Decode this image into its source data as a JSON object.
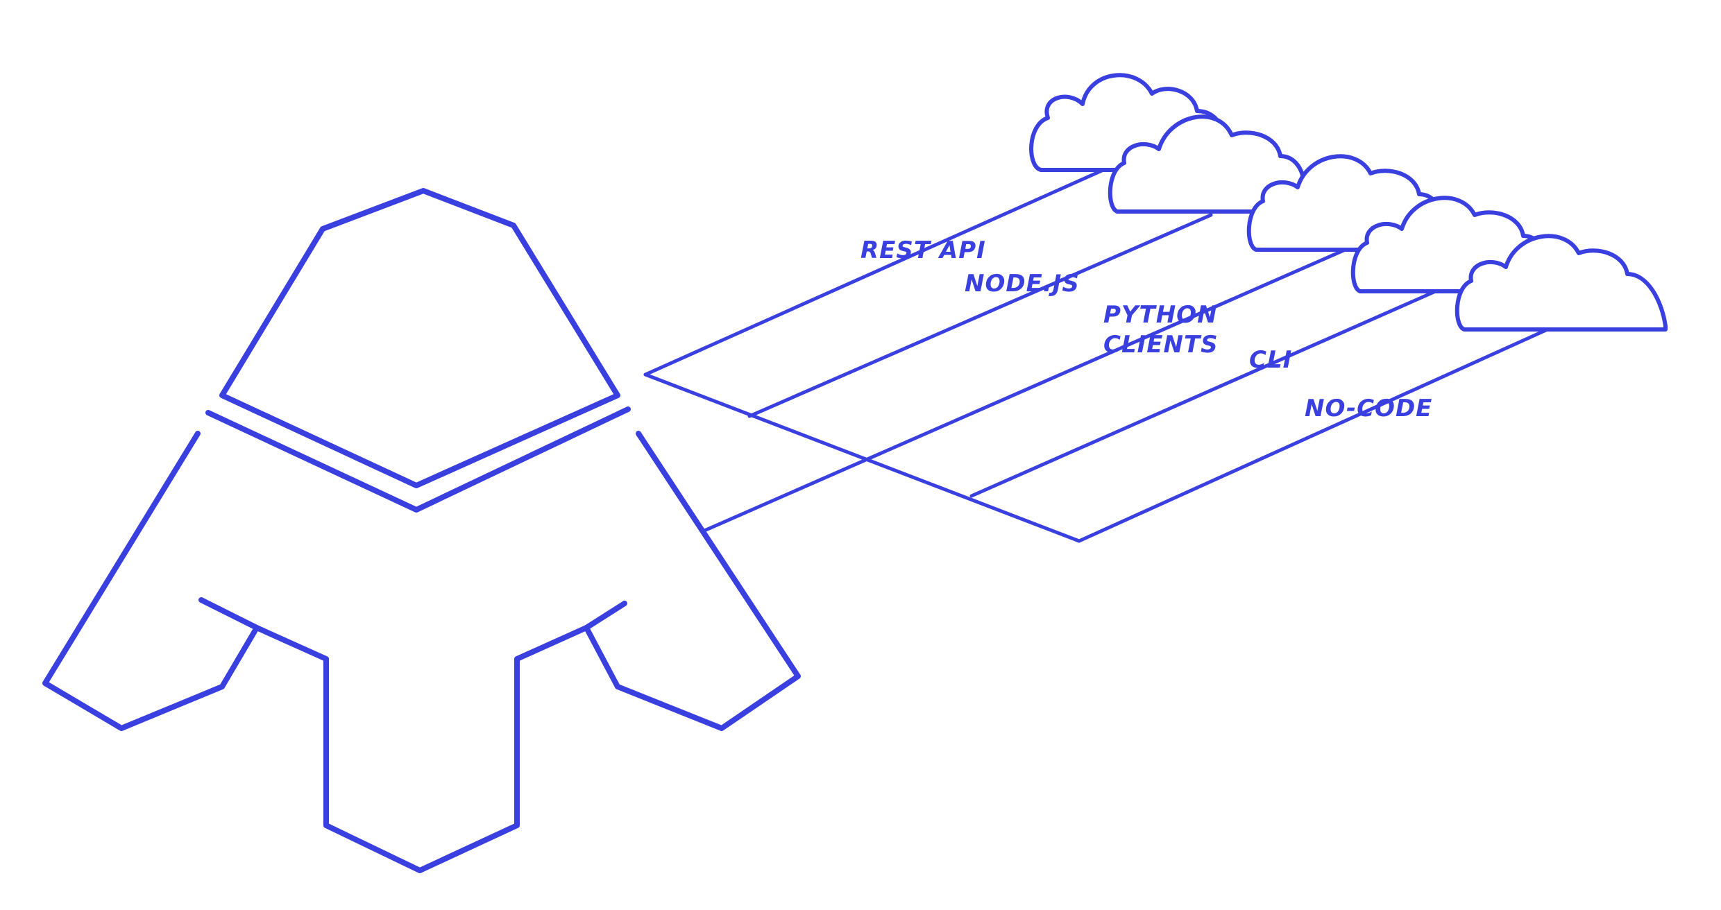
{
  "colors": {
    "ink": "#3a3fe0",
    "background": "#ffffff"
  },
  "icons": {
    "logo": "stylized-letter-a-icon",
    "cloud": "cloud-icon"
  },
  "labels": {
    "rest_api": "REST API",
    "nodejs": "NODE.JS",
    "python_line1": "PYTHON",
    "python_line2": "CLIENTS",
    "cli": "CLI",
    "no_code": "NO-CODE"
  }
}
